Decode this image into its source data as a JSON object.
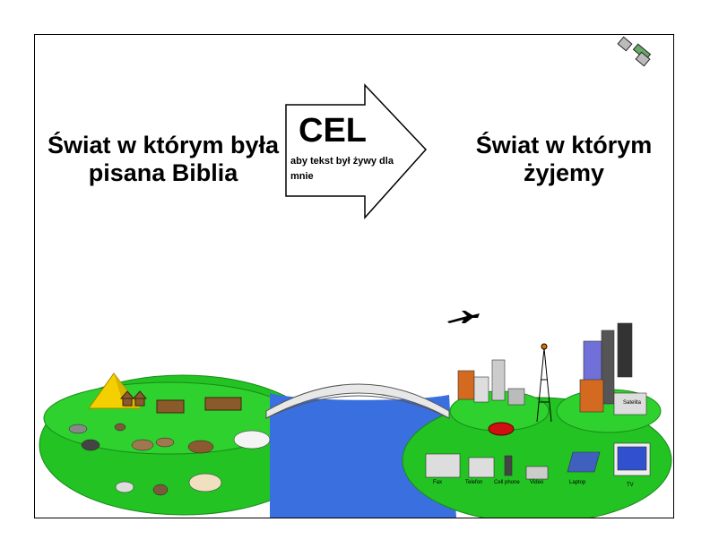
{
  "left_title": "Świat w którym była pisana Biblia",
  "right_title": "Świat w którym żyjemy",
  "arrow": {
    "heading": "CEL",
    "subtext": "aby tekst był żywy dla mnie"
  },
  "devices": {
    "fax": "Fax",
    "telefon": "Telefon",
    "cell_phone": "Cell phone",
    "video": "Video",
    "laptop": "Laptop",
    "tv": "TV",
    "satellite": "Satelita"
  }
}
